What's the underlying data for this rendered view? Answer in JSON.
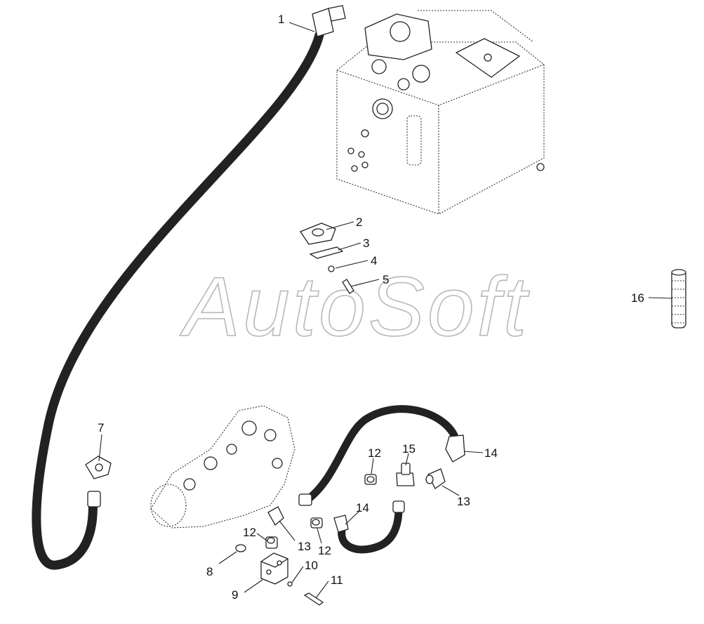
{
  "watermark": "AutoSoft",
  "callouts": [
    {
      "label": "1"
    },
    {
      "label": "2"
    },
    {
      "label": "3"
    },
    {
      "label": "4"
    },
    {
      "label": "5"
    },
    {
      "label": "16"
    },
    {
      "label": "7"
    },
    {
      "label": "12"
    },
    {
      "label": "15"
    },
    {
      "label": "14"
    },
    {
      "label": "13"
    },
    {
      "label": "14"
    },
    {
      "label": "12"
    },
    {
      "label": "12"
    },
    {
      "label": "13"
    },
    {
      "label": "8"
    },
    {
      "label": "10"
    },
    {
      "label": "9"
    },
    {
      "label": "11"
    }
  ],
  "colors": {
    "line": "#222222",
    "watermark": "#b8b8b8",
    "background": "#ffffff"
  }
}
